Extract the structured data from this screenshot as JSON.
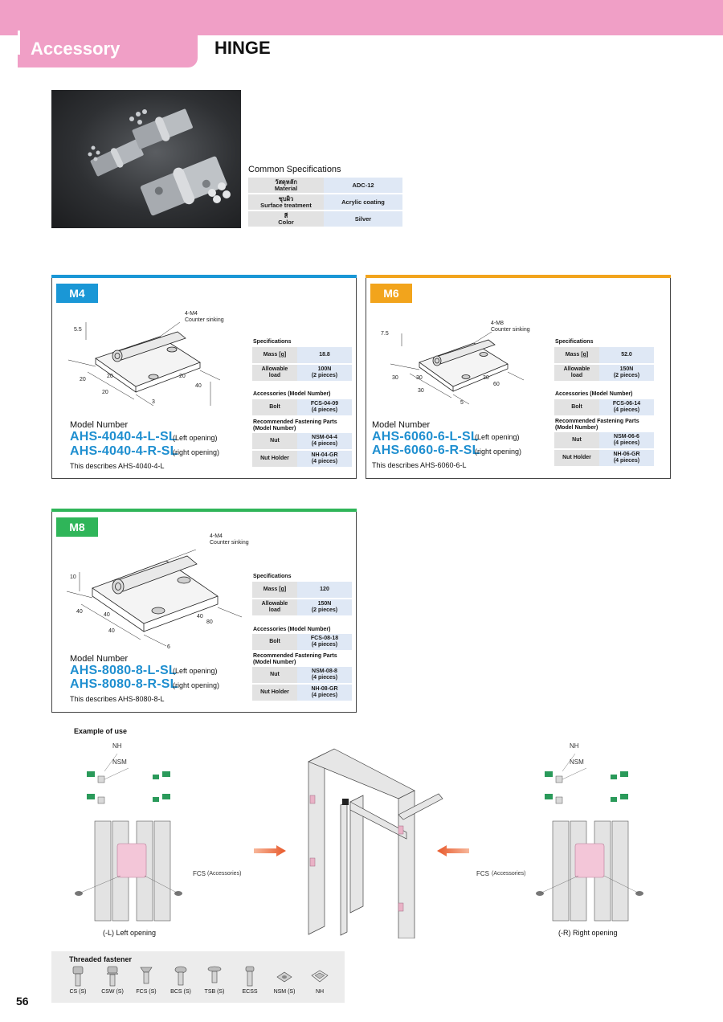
{
  "header": {
    "section": "Accessory",
    "title": "HINGE"
  },
  "common": {
    "title": "Common Specifications",
    "rows": [
      {
        "th": "วัสดุหลัก",
        "en": "Material",
        "value": "ADC-12"
      },
      {
        "th": "ชุบผิว",
        "en": "Surface treatment",
        "value": "Acrylic coating"
      },
      {
        "th": "สี",
        "en": "Color",
        "value": "Silver"
      }
    ]
  },
  "panels": [
    {
      "badge": "M4",
      "color": "#1a97d6",
      "counter_a": "4-M4",
      "counter_b": "Counter sinking",
      "dims": [
        "5.5",
        "20",
        "20",
        "20",
        "20",
        "40",
        "3"
      ],
      "model_label": "Model Number",
      "model_l": "AHS-4040-4-L-SL",
      "model_r": "AHS-4040-4-R-SL",
      "open_l": "(Left opening)",
      "open_r": "(right opening)",
      "describes": "This describes AHS-4040-4-L",
      "spec_title": "Specifications",
      "mass_k": "Mass [g]",
      "mass_v": "18.8",
      "load_k1": "Allowable",
      "load_k2": "load",
      "load_v1": "100N",
      "load_v2": "(2 pieces)",
      "acc_title": "Accessories (Model Number)",
      "bolt_k": "Bolt",
      "bolt_v1": "FCS-04-09",
      "bolt_v2": "(4 pieces)",
      "rec_title1": "Recommended Fastening Parts",
      "rec_title2": "(Model Number)",
      "nut_k": "Nut",
      "nut_v1": "NSM-04-4",
      "nut_v2": "(4 pieces)",
      "nh_k": "Nut Holder",
      "nh_v1": "NH-04-GR",
      "nh_v2": "(4 pieces)"
    },
    {
      "badge": "M6",
      "color": "#f2a41c",
      "counter_a": "4-M8",
      "counter_b": "Counter sinking",
      "dims": [
        "7.5",
        "30",
        "30",
        "30",
        "30",
        "60",
        "5"
      ],
      "model_label": "Model Number",
      "model_l": "AHS-6060-6-L-SL",
      "model_r": "AHS-6060-6-R-SL",
      "open_l": "(Left opening)",
      "open_r": "(right opening)",
      "describes": "This describes AHS-6060-6-L",
      "spec_title": "Specifications",
      "mass_k": "Mass [g]",
      "mass_v": "52.0",
      "load_k1": "Allowable",
      "load_k2": "load",
      "load_v1": "150N",
      "load_v2": "(2 pieces)",
      "acc_title": "Accessories (Model Number)",
      "bolt_k": "Bolt",
      "bolt_v1": "FCS-06-14",
      "bolt_v2": "(4 pieces)",
      "rec_title1": "Recommended Fastening Parts",
      "rec_title2": "(Model Number)",
      "nut_k": "Nut",
      "nut_v1": "NSM-06-6",
      "nut_v2": "(4 pieces)",
      "nh_k": "Nut Holder",
      "nh_v1": "NH-06-GR",
      "nh_v2": "(4 pieces)"
    },
    {
      "badge": "M8",
      "color": "#2fb559",
      "counter_a": "4-M4",
      "counter_b": "Counter sinking",
      "dims": [
        "10",
        "40",
        "40",
        "40",
        "40",
        "80",
        "6"
      ],
      "model_label": "Model Number",
      "model_l": "AHS-8080-8-L-SL",
      "model_r": "AHS-8080-8-R-SL",
      "open_l": "(Left opening)",
      "open_r": "(right opening)",
      "describes": "This describes AHS-8080-8-L",
      "spec_title": "Specifications",
      "mass_k": "Mass [g]",
      "mass_v": "120",
      "load_k1": "Allowable",
      "load_k2": "load",
      "load_v1": "150N",
      "load_v2": "(2 pieces)",
      "acc_title": "Accessories (Model Number)",
      "bolt_k": "Bolt",
      "bolt_v1": "FCS-08-18",
      "bolt_v2": "(4 pieces)",
      "rec_title1": "Recommended Fastening Parts",
      "rec_title2": "(Model Number)",
      "nut_k": "Nut",
      "nut_v1": "NSM-08-8",
      "nut_v2": "(4 pieces)",
      "nh_k": "Nut Holder",
      "nh_v1": "NH-08-GR",
      "nh_v2": "(4 pieces)"
    }
  ],
  "example": {
    "title": "Example of use",
    "nh": "NH",
    "nsm": "NSM",
    "fcs": "FCS",
    "fcs_note": "(Accessories)",
    "left_caption": "(-L) Left opening",
    "right_caption": "(-R) Right opening"
  },
  "fasteners": {
    "title": "Threaded fastener",
    "items": [
      "CS (S)",
      "CSW (S)",
      "FCS (S)",
      "BCS (S)",
      "TSB (S)",
      "ECSS",
      "NSM (S)",
      "NH"
    ]
  },
  "page_number": "56"
}
